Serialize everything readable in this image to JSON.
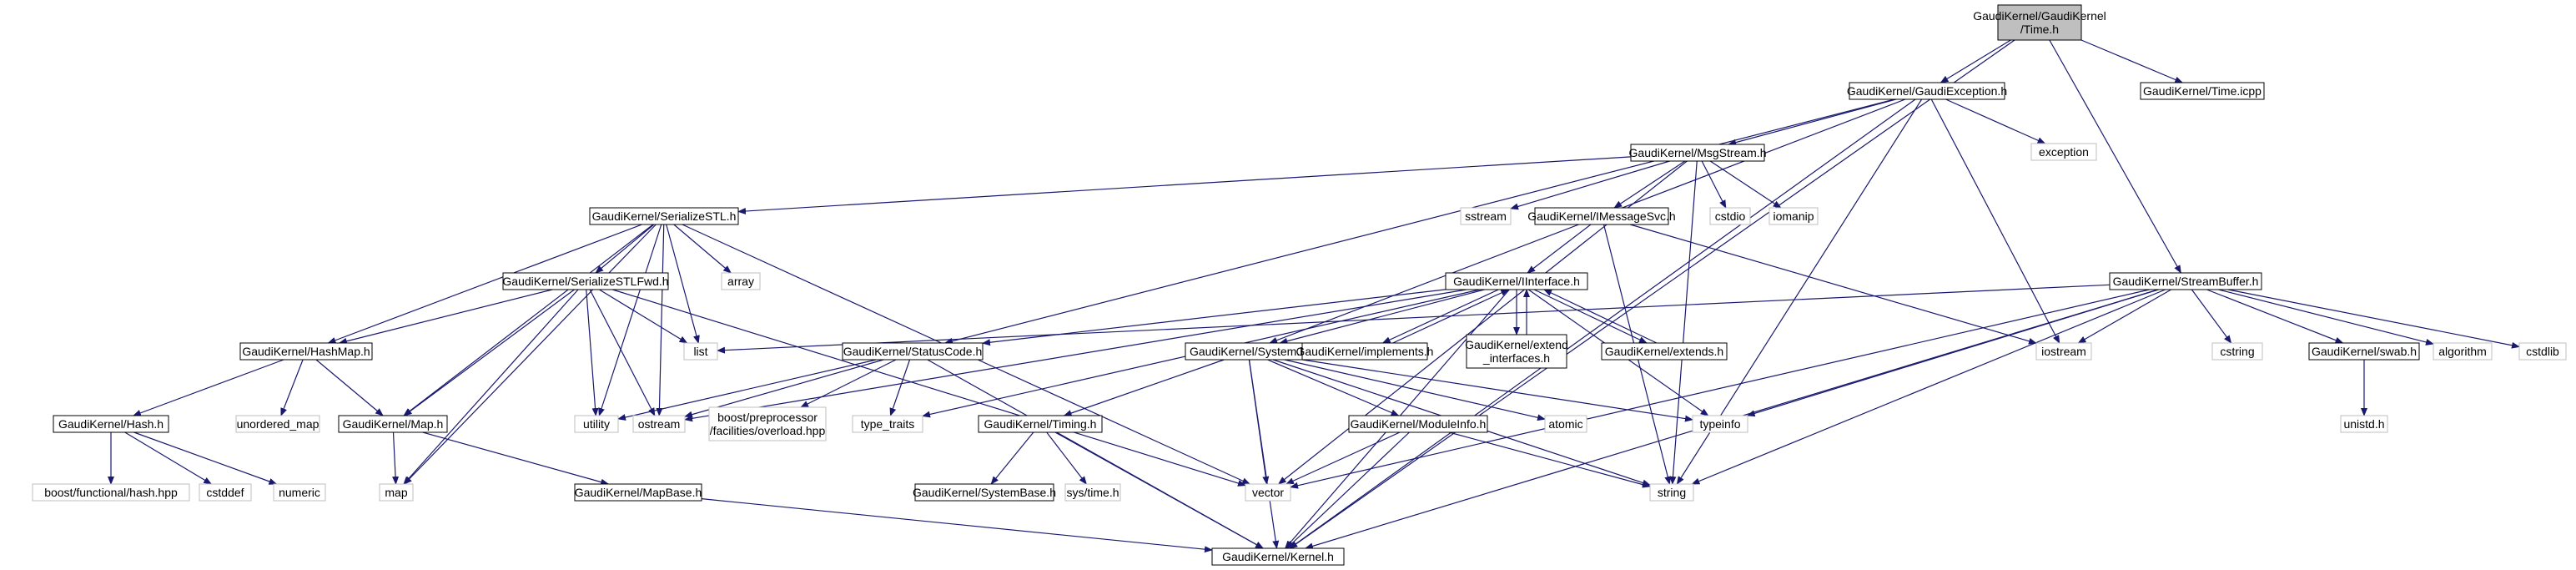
{
  "colors": {
    "edge": "#191970",
    "node_border": "#000000",
    "external_border": "#bfbfbf",
    "root_fill": "#bfbfbf",
    "node_fill": "#ffffff",
    "text": "#000000"
  },
  "nodes": [
    {
      "id": "time",
      "lines": [
        "GaudiKernel/GaudiKernel",
        "/Time.h"
      ],
      "kind": "root"
    },
    {
      "id": "gaudiexc",
      "lines": [
        "GaudiKernel/GaudiException.h"
      ],
      "kind": "file"
    },
    {
      "id": "timeicpp",
      "lines": [
        "GaudiKernel/Time.icpp"
      ],
      "kind": "file"
    },
    {
      "id": "exception",
      "lines": [
        "exception"
      ],
      "kind": "ext"
    },
    {
      "id": "msgstream",
      "lines": [
        "GaudiKernel/MsgStream.h"
      ],
      "kind": "file"
    },
    {
      "id": "sstream",
      "lines": [
        "sstream"
      ],
      "kind": "ext"
    },
    {
      "id": "cstdio",
      "lines": [
        "cstdio"
      ],
      "kind": "ext"
    },
    {
      "id": "iomanip",
      "lines": [
        "iomanip"
      ],
      "kind": "ext"
    },
    {
      "id": "serstl",
      "lines": [
        "GaudiKernel/SerializeSTL.h"
      ],
      "kind": "file"
    },
    {
      "id": "imsgsvc",
      "lines": [
        "GaudiKernel/IMessageSvc.h"
      ],
      "kind": "file"
    },
    {
      "id": "streambuf",
      "lines": [
        "GaudiKernel/StreamBuffer.h"
      ],
      "kind": "file"
    },
    {
      "id": "serstlfwd",
      "lines": [
        "GaudiKernel/SerializeSTLFwd.h"
      ],
      "kind": "file"
    },
    {
      "id": "array",
      "lines": [
        "array"
      ],
      "kind": "ext"
    },
    {
      "id": "iinterface",
      "lines": [
        "GaudiKernel/IInterface.h"
      ],
      "kind": "file"
    },
    {
      "id": "list",
      "lines": [
        "list"
      ],
      "kind": "ext"
    },
    {
      "id": "hashmap",
      "lines": [
        "GaudiKernel/HashMap.h"
      ],
      "kind": "file"
    },
    {
      "id": "statuscode",
      "lines": [
        "GaudiKernel/StatusCode.h"
      ],
      "kind": "file"
    },
    {
      "id": "system",
      "lines": [
        "GaudiKernel/System.h"
      ],
      "kind": "file"
    },
    {
      "id": "implements",
      "lines": [
        "GaudiKernel/implements.h"
      ],
      "kind": "file"
    },
    {
      "id": "extendif",
      "lines": [
        "GaudiKernel/extend",
        "_interfaces.h"
      ],
      "kind": "file"
    },
    {
      "id": "extends",
      "lines": [
        "GaudiKernel/extends.h"
      ],
      "kind": "file"
    },
    {
      "id": "iostream",
      "lines": [
        "iostream"
      ],
      "kind": "ext"
    },
    {
      "id": "cstring",
      "lines": [
        "cstring"
      ],
      "kind": "ext"
    },
    {
      "id": "swab",
      "lines": [
        "GaudiKernel/swab.h"
      ],
      "kind": "file"
    },
    {
      "id": "algorithm",
      "lines": [
        "algorithm"
      ],
      "kind": "ext"
    },
    {
      "id": "cstdlib",
      "lines": [
        "cstdlib"
      ],
      "kind": "ext"
    },
    {
      "id": "hash",
      "lines": [
        "GaudiKernel/Hash.h"
      ],
      "kind": "file"
    },
    {
      "id": "unordmap",
      "lines": [
        "unordered_map"
      ],
      "kind": "ext"
    },
    {
      "id": "map_h",
      "lines": [
        "GaudiKernel/Map.h"
      ],
      "kind": "file"
    },
    {
      "id": "utility",
      "lines": [
        "utility"
      ],
      "kind": "ext"
    },
    {
      "id": "ostream",
      "lines": [
        "ostream"
      ],
      "kind": "ext"
    },
    {
      "id": "boostpp",
      "lines": [
        "boost/preprocessor",
        "/facilities/overload.hpp"
      ],
      "kind": "ext"
    },
    {
      "id": "typetraits",
      "lines": [
        "type_traits"
      ],
      "kind": "ext"
    },
    {
      "id": "timing",
      "lines": [
        "GaudiKernel/Timing.h"
      ],
      "kind": "file"
    },
    {
      "id": "moduleinfo",
      "lines": [
        "GaudiKernel/ModuleInfo.h"
      ],
      "kind": "file"
    },
    {
      "id": "atomic",
      "lines": [
        "atomic"
      ],
      "kind": "ext"
    },
    {
      "id": "typeinfo",
      "lines": [
        "typeinfo"
      ],
      "kind": "ext"
    },
    {
      "id": "unistd",
      "lines": [
        "unistd.h"
      ],
      "kind": "ext"
    },
    {
      "id": "boosthash",
      "lines": [
        "boost/functional/hash.hpp"
      ],
      "kind": "ext"
    },
    {
      "id": "cstddef",
      "lines": [
        "cstddef"
      ],
      "kind": "ext"
    },
    {
      "id": "numeric",
      "lines": [
        "numeric"
      ],
      "kind": "ext"
    },
    {
      "id": "map",
      "lines": [
        "map"
      ],
      "kind": "ext"
    },
    {
      "id": "mapbase",
      "lines": [
        "GaudiKernel/MapBase.h"
      ],
      "kind": "file"
    },
    {
      "id": "vector",
      "lines": [
        "vector"
      ],
      "kind": "ext"
    },
    {
      "id": "systembase",
      "lines": [
        "GaudiKernel/SystemBase.h"
      ],
      "kind": "file"
    },
    {
      "id": "systime",
      "lines": [
        "sys/time.h"
      ],
      "kind": "ext"
    },
    {
      "id": "string",
      "lines": [
        "string"
      ],
      "kind": "ext"
    },
    {
      "id": "kernel",
      "lines": [
        "GaudiKernel/Kernel.h"
      ],
      "kind": "file"
    }
  ],
  "edges": [
    [
      "time",
      "gaudiexc"
    ],
    [
      "time",
      "timeicpp"
    ],
    [
      "time",
      "streambuf"
    ],
    [
      "time",
      "kernel"
    ],
    [
      "gaudiexc",
      "msgstream"
    ],
    [
      "gaudiexc",
      "exception"
    ],
    [
      "gaudiexc",
      "statuscode"
    ],
    [
      "gaudiexc",
      "system"
    ],
    [
      "gaudiexc",
      "iostream"
    ],
    [
      "gaudiexc",
      "string"
    ],
    [
      "gaudiexc",
      "kernel"
    ],
    [
      "msgstream",
      "serstl"
    ],
    [
      "msgstream",
      "imsgsvc"
    ],
    [
      "msgstream",
      "sstream"
    ],
    [
      "msgstream",
      "cstdio"
    ],
    [
      "msgstream",
      "iomanip"
    ],
    [
      "msgstream",
      "string"
    ],
    [
      "msgstream",
      "vector"
    ],
    [
      "serstl",
      "serstlfwd"
    ],
    [
      "serstl",
      "hashmap"
    ],
    [
      "serstl",
      "map_h"
    ],
    [
      "serstl",
      "array"
    ],
    [
      "serstl",
      "list"
    ],
    [
      "serstl",
      "utility"
    ],
    [
      "serstl",
      "ostream"
    ],
    [
      "serstl",
      "map"
    ],
    [
      "serstl",
      "vector"
    ],
    [
      "serstlfwd",
      "list"
    ],
    [
      "serstlfwd",
      "hashmap"
    ],
    [
      "serstlfwd",
      "map_h"
    ],
    [
      "serstlfwd",
      "utility"
    ],
    [
      "serstlfwd",
      "ostream"
    ],
    [
      "serstlfwd",
      "map"
    ],
    [
      "serstlfwd",
      "vector"
    ],
    [
      "hashmap",
      "hash"
    ],
    [
      "hashmap",
      "unordmap"
    ],
    [
      "hashmap",
      "map_h"
    ],
    [
      "hash",
      "boosthash"
    ],
    [
      "hash",
      "cstddef"
    ],
    [
      "hash",
      "numeric"
    ],
    [
      "map_h",
      "map"
    ],
    [
      "map_h",
      "mapbase"
    ],
    [
      "mapbase",
      "kernel"
    ],
    [
      "imsgsvc",
      "iinterface"
    ],
    [
      "imsgsvc",
      "iostream"
    ],
    [
      "imsgsvc",
      "string"
    ],
    [
      "iinterface",
      "statuscode"
    ],
    [
      "iinterface",
      "system"
    ],
    [
      "iinterface",
      "implements"
    ],
    [
      "iinterface",
      "extendif"
    ],
    [
      "iinterface",
      "extends"
    ],
    [
      "iinterface",
      "typeinfo"
    ],
    [
      "iinterface",
      "ostream"
    ],
    [
      "iinterface",
      "typetraits"
    ],
    [
      "iinterface",
      "kernel"
    ],
    [
      "implements",
      "iinterface"
    ],
    [
      "extendif",
      "iinterface"
    ],
    [
      "extends",
      "iinterface"
    ],
    [
      "statuscode",
      "utility"
    ],
    [
      "statuscode",
      "ostream"
    ],
    [
      "statuscode",
      "boostpp"
    ],
    [
      "statuscode",
      "typetraits"
    ],
    [
      "statuscode",
      "kernel"
    ],
    [
      "system",
      "timing"
    ],
    [
      "system",
      "moduleinfo"
    ],
    [
      "system",
      "atomic"
    ],
    [
      "system",
      "typeinfo"
    ],
    [
      "system",
      "vector"
    ],
    [
      "system",
      "string"
    ],
    [
      "system",
      "kernel"
    ],
    [
      "timing",
      "systembase"
    ],
    [
      "timing",
      "systime"
    ],
    [
      "timing",
      "kernel"
    ],
    [
      "moduleinfo",
      "vector"
    ],
    [
      "moduleinfo",
      "string"
    ],
    [
      "moduleinfo",
      "kernel"
    ],
    [
      "streambuf",
      "list"
    ],
    [
      "streambuf",
      "iostream"
    ],
    [
      "streambuf",
      "cstring"
    ],
    [
      "streambuf",
      "swab"
    ],
    [
      "streambuf",
      "algorithm"
    ],
    [
      "streambuf",
      "cstdlib"
    ],
    [
      "streambuf",
      "typeinfo"
    ],
    [
      "streambuf",
      "vector"
    ],
    [
      "streambuf",
      "string"
    ],
    [
      "streambuf",
      "kernel"
    ],
    [
      "swab",
      "unistd"
    ]
  ]
}
